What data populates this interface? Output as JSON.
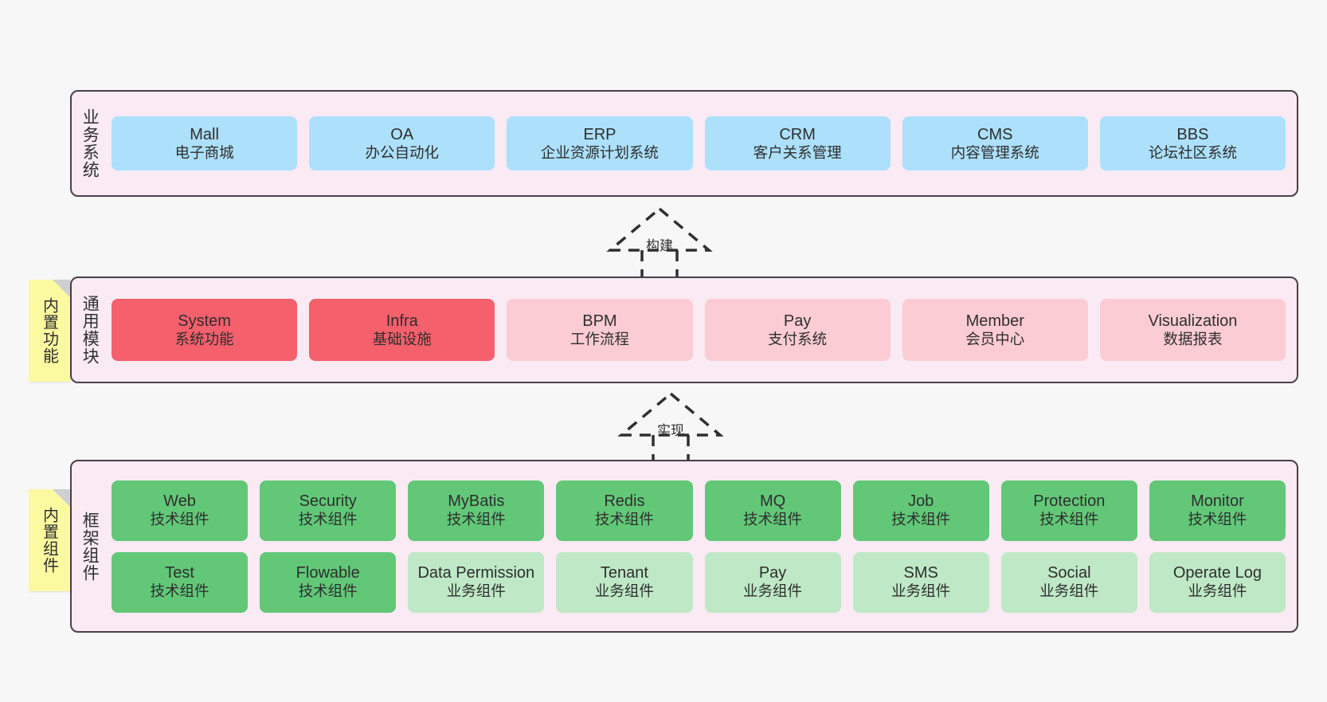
{
  "notes": [
    {
      "id": "builtin-function",
      "text": "内置功能"
    },
    {
      "id": "builtin-component",
      "text": "内置组件"
    }
  ],
  "arrows": [
    {
      "id": "build",
      "label": "构建",
      "style": "dashed-hollow-triangle"
    },
    {
      "id": "realize",
      "label": "实现",
      "style": "dashed-hollow-triangle"
    }
  ],
  "layers": [
    {
      "id": "business-system",
      "title": "业务系统",
      "rows": [
        {
          "cards": [
            {
              "en": "Mall",
              "cn": "电子商城",
              "color": "#ace0fb"
            },
            {
              "en": "OA",
              "cn": "办公自动化",
              "color": "#ace0fb"
            },
            {
              "en": "ERP",
              "cn": "企业资源计划系统",
              "color": "#ace0fb"
            },
            {
              "en": "CRM",
              "cn": "客户关系管理",
              "color": "#ace0fb"
            },
            {
              "en": "CMS",
              "cn": "内容管理系统",
              "color": "#ace0fb"
            },
            {
              "en": "BBS",
              "cn": "论坛社区系统",
              "color": "#ace0fb"
            }
          ]
        }
      ]
    },
    {
      "id": "common-module",
      "title": "通用模块",
      "rows": [
        {
          "cards": [
            {
              "en": "System",
              "cn": "系统功能",
              "color": "#f4606c"
            },
            {
              "en": "Infra",
              "cn": "基础设施",
              "color": "#f4606c"
            },
            {
              "en": "BPM",
              "cn": "工作流程",
              "color": "#fcccd4"
            },
            {
              "en": "Pay",
              "cn": "支付系统",
              "color": "#fcccd4"
            },
            {
              "en": "Member",
              "cn": "会员中心",
              "color": "#fcccd4"
            },
            {
              "en": "Visualization",
              "cn": "数据报表",
              "color": "#fcccd4"
            }
          ]
        }
      ]
    },
    {
      "id": "framework-component",
      "title": "框架组件",
      "rows": [
        {
          "cards": [
            {
              "en": "Web",
              "cn": "技术组件",
              "color": "#62c878"
            },
            {
              "en": "Security",
              "cn": "技术组件",
              "color": "#62c878"
            },
            {
              "en": "MyBatis",
              "cn": "技术组件",
              "color": "#62c878"
            },
            {
              "en": "Redis",
              "cn": "技术组件",
              "color": "#62c878"
            },
            {
              "en": "MQ",
              "cn": "技术组件",
              "color": "#62c878"
            },
            {
              "en": "Job",
              "cn": "技术组件",
              "color": "#62c878"
            },
            {
              "en": "Protection",
              "cn": "技术组件",
              "color": "#62c878"
            },
            {
              "en": "Monitor",
              "cn": "技术组件",
              "color": "#62c878"
            }
          ]
        },
        {
          "cards": [
            {
              "en": "Test",
              "cn": "技术组件",
              "color": "#62c878"
            },
            {
              "en": "Flowable",
              "cn": "技术组件",
              "color": "#62c878"
            },
            {
              "en": "Data Permission",
              "cn": "业务组件",
              "color": "#bfe9c6"
            },
            {
              "en": "Tenant",
              "cn": "业务组件",
              "color": "#bfe9c6"
            },
            {
              "en": "Pay",
              "cn": "业务组件",
              "color": "#bfe9c6"
            },
            {
              "en": "SMS",
              "cn": "业务组件",
              "color": "#bfe9c6"
            },
            {
              "en": "Social",
              "cn": "业务组件",
              "color": "#bfe9c6"
            },
            {
              "en": "Operate Log",
              "cn": "业务组件",
              "color": "#bfe9c6"
            }
          ]
        }
      ]
    }
  ]
}
